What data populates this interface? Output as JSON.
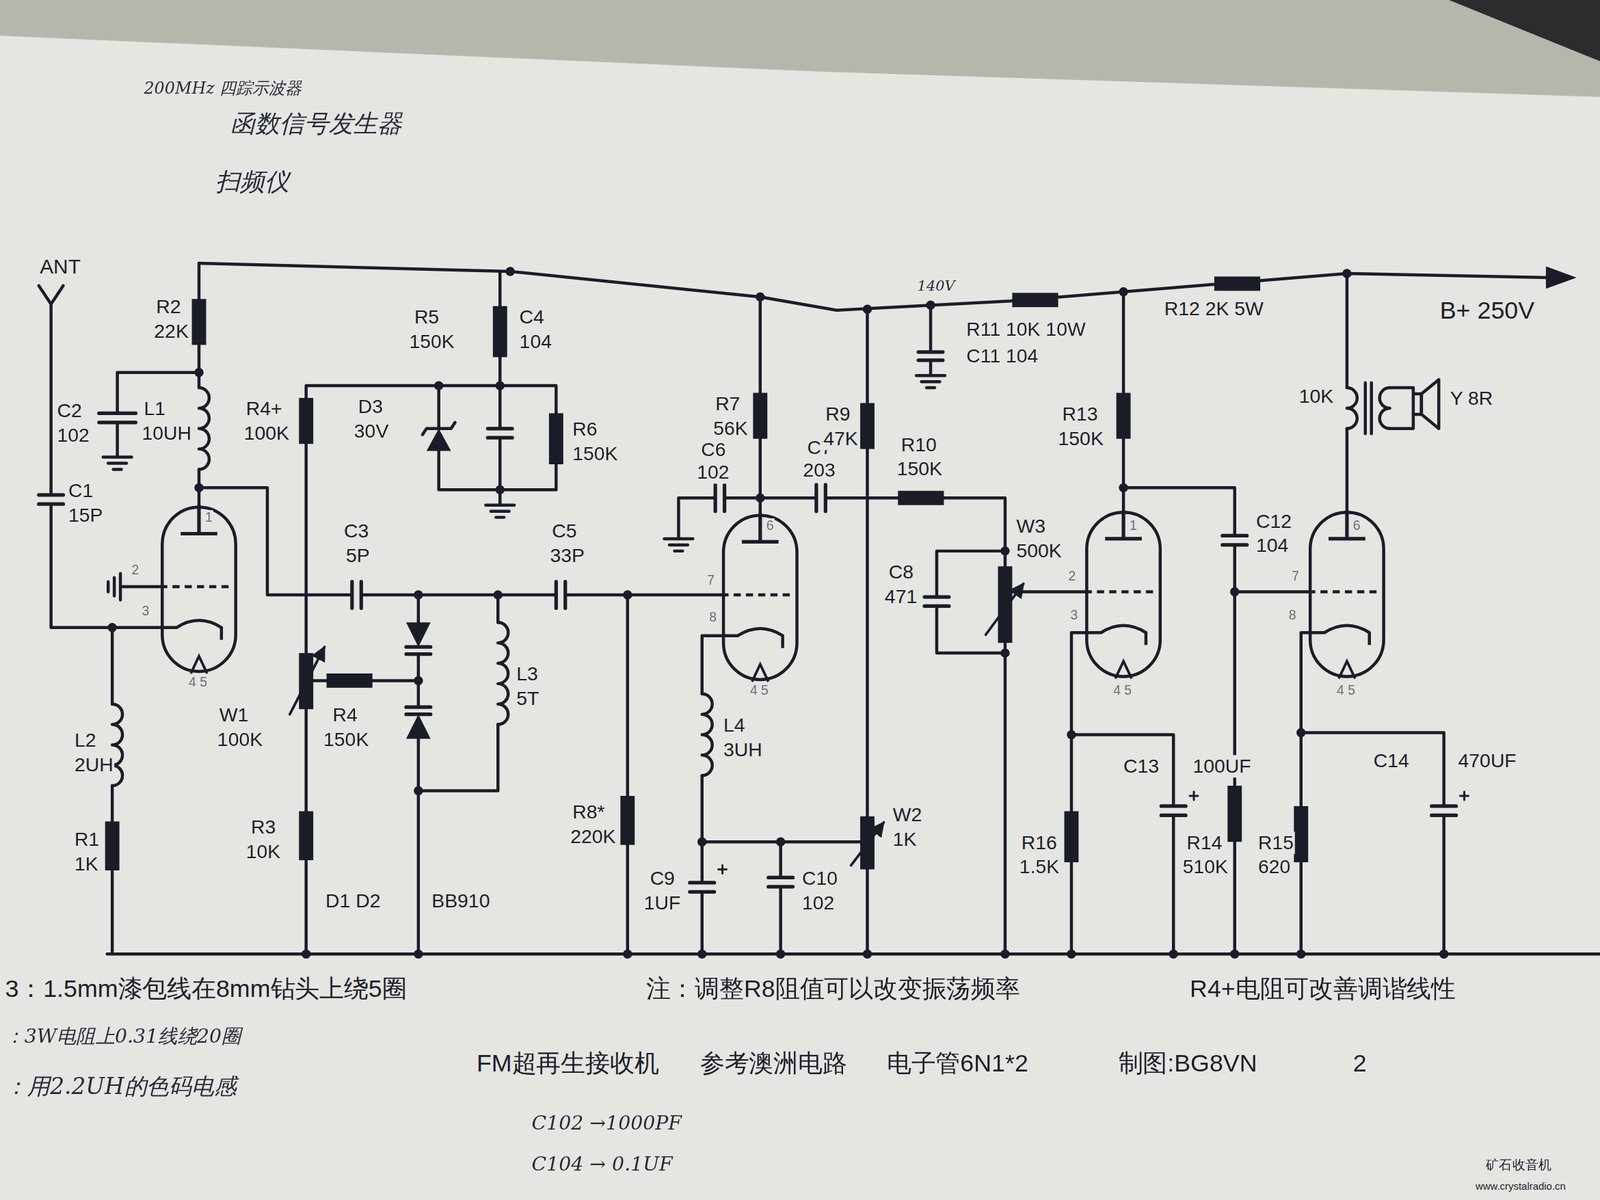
{
  "diagram": {
    "labels": [
      "200MHz 四踪示波器",
      "函数信号发生器",
      "扫频仪",
      "ANT",
      "R2",
      "22K",
      "C2",
      "102",
      "L1",
      "10UH",
      "C1",
      "15P",
      "R4+",
      "100K",
      "R5",
      "150K",
      "D3",
      "30V",
      "C4",
      "104",
      "R6",
      "150K",
      "C3",
      "5P",
      "C5",
      "33P",
      "W1",
      "100K",
      "R4",
      "150K",
      "L3",
      "5T",
      "L2",
      "2UH",
      "R3",
      "10K",
      "R1",
      "1K",
      "D1 D2",
      "BB910",
      "R7",
      "56K",
      "C6",
      "102",
      "C7",
      "203",
      "R8*",
      "220K",
      "L4",
      "3UH",
      "C9",
      "1UF",
      "C10",
      "102",
      "R9",
      "47K",
      "R10",
      "150K",
      "C8",
      "471",
      "W3",
      "500K",
      "W2",
      "1K",
      "140V",
      "R11 10K 10W",
      "C11 104",
      "R12 2K 5W",
      "B+ 250V",
      "R13",
      "150K",
      "C12",
      "104",
      "10K",
      "Y 8R",
      "C13",
      "100UF",
      "R16",
      "1.5K",
      "R14",
      "510K",
      "R15",
      "620",
      "C14",
      "470UF",
      "1",
      "2",
      "3",
      "4 5",
      "6",
      "7",
      "8",
      "4 5",
      "1",
      "2",
      "3",
      "4 5",
      "6",
      "7",
      "8",
      "4 5",
      "3：1.5mm漆包线在8mm钻头上绕5圈",
      "注：调整R8阻值可以改变振荡频率",
      "R4+电阻可改善调谐线性",
      "：3W电阻上0.31线绕20圈",
      "：用2.2UH的色码电感",
      "FM超再生接收机",
      "参考澳洲电路",
      "电子管6N1*2",
      "制图:BG8VN",
      "2",
      "C102 →1000PF",
      "C104 → 0.1UF",
      "矿石收音机",
      "www.crystalradio.cn"
    ]
  }
}
